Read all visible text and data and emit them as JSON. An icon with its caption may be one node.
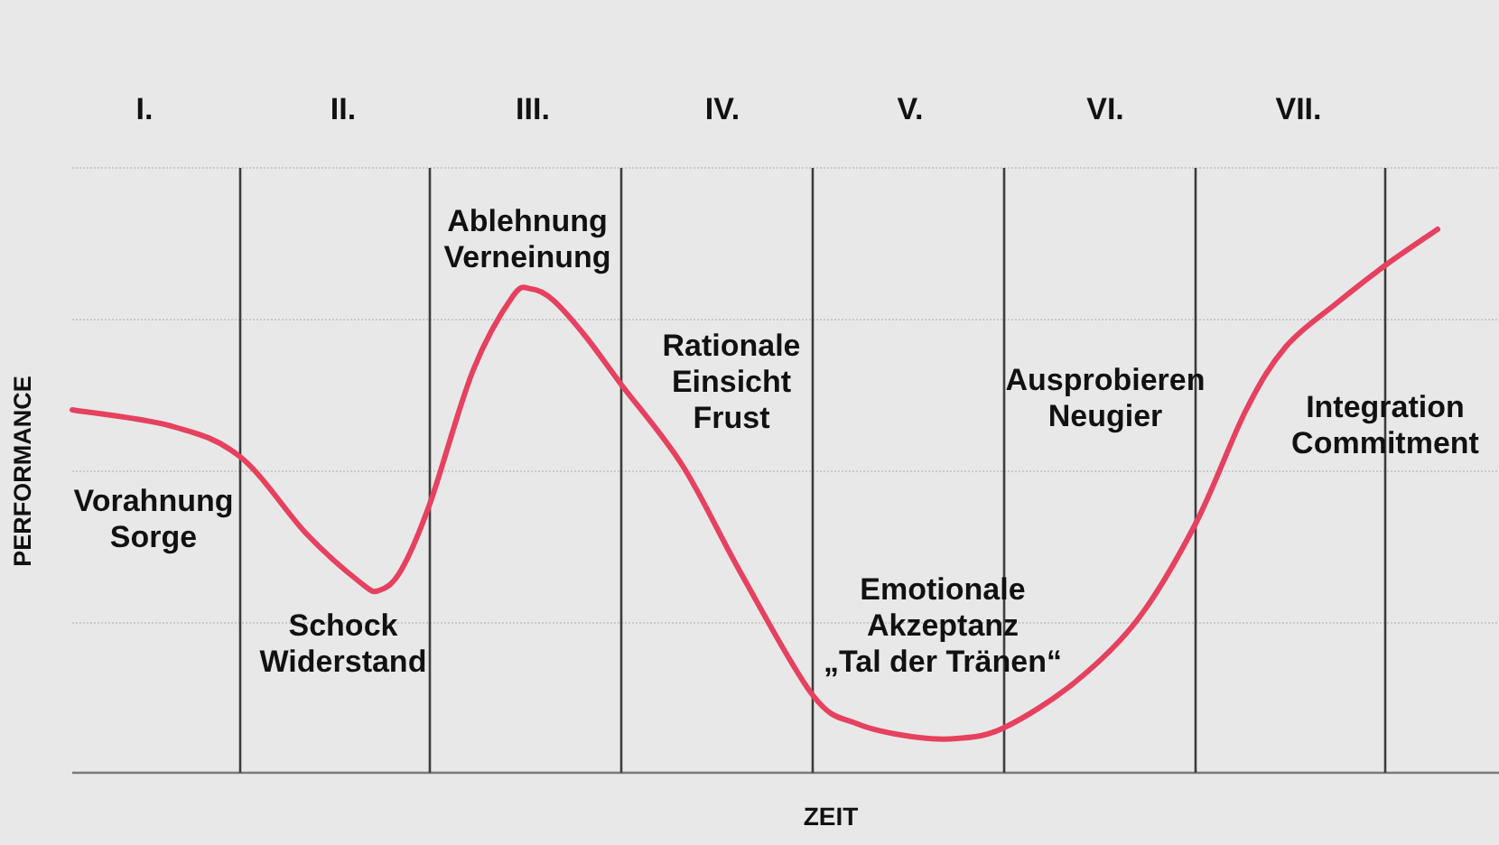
{
  "diagram": {
    "labels": [
      "I.",
      "II.",
      "III.",
      "IV.",
      "V.",
      "VI.",
      "VII.",
      "Ablehnung Verneinung",
      "Rationale Einsicht Frust",
      "Ausprobieren Neugier",
      "Integration Commitment",
      "PERFORMANCE",
      "Vorahnung Sorge",
      "Schock Widerstand",
      "Emotionale Akzeptanz „Tal der Tränen“",
      "ZEIT"
    ]
  }
}
